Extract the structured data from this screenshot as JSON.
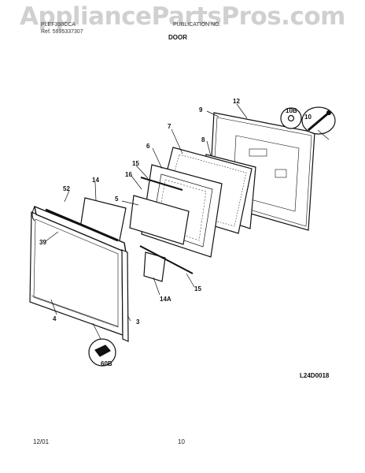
{
  "watermark": "AppliancePartsPros.com",
  "header": {
    "left_line1": "PLEF398CCA",
    "left_line2": "Ref. 5995337307",
    "right": "PUBLICATION NO."
  },
  "title": "DOOR",
  "diagram_code": "L24D0018",
  "footer": {
    "date": "12/01",
    "page": "10"
  },
  "callouts": [
    "9",
    "12",
    "10B",
    "10",
    "7",
    "8",
    "6",
    "15",
    "16",
    "14",
    "52",
    "5",
    "39",
    "4",
    "14A",
    "15",
    "3",
    "60B"
  ],
  "colors": {
    "line": "#111111",
    "watermark": "#999999"
  }
}
